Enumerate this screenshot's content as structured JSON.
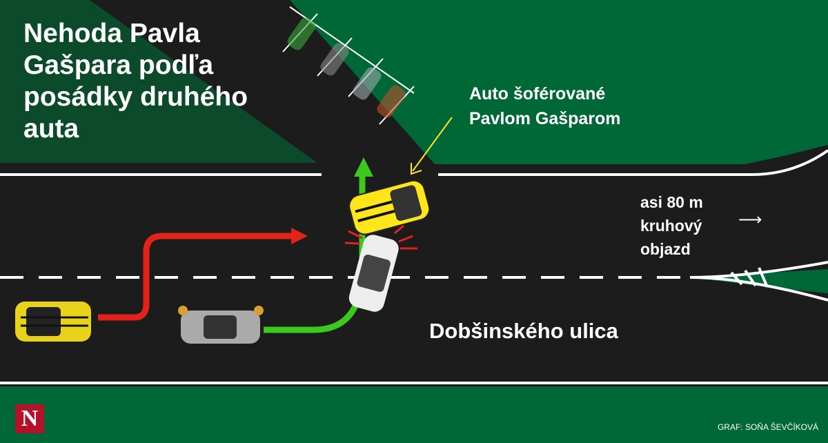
{
  "title": "Nehoda Pavla Gašpara podľa posádky druhého auta",
  "car_label": "Auto šoférované Pavlom Gašparom",
  "roundabout_label": [
    "asi 80 m",
    "kruhový",
    "objazd"
  ],
  "roundabout_arrow": "⟶",
  "street_name": "Dobšinského ulica",
  "credit": "GRAF: SOŇA ŠEVČÍKOVÁ",
  "logo": "N",
  "colors": {
    "green": "#006837",
    "dark_green": "#0b4a2a",
    "road": "#1c1c1c",
    "red_path": "#e32219",
    "green_path": "#3cc81e",
    "yellow_car": "#ffe61a"
  }
}
